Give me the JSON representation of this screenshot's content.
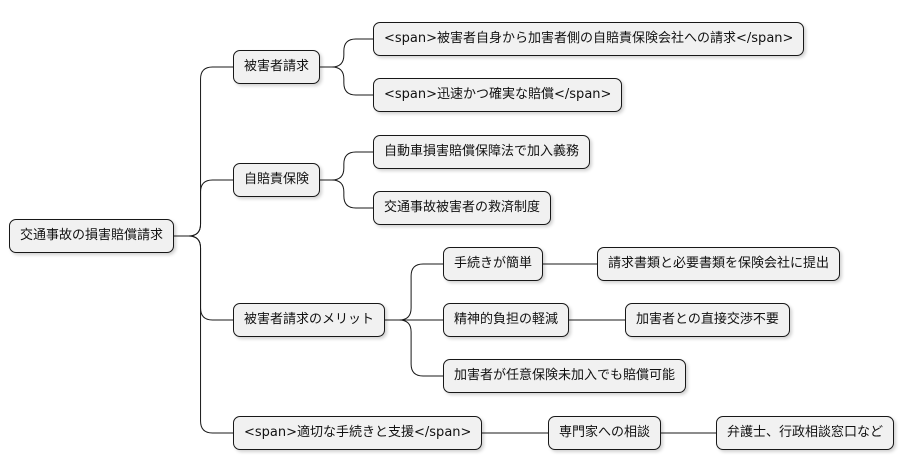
{
  "mindmap": {
    "root": "交通事故の損害賠償請求",
    "nodes": {
      "b1": "被害者請求",
      "b1_1": "<span>被害者自身から加害者側の自賠責保険会社への請求</span>",
      "b1_2": "<span>迅速かつ確実な賠償</span>",
      "b2": "自賠責保険",
      "b2_1": "自動車損害賠償保障法で加入義務",
      "b2_2": "交通事故被害者の救済制度",
      "b3": "被害者請求のメリット",
      "b3_1": "手続きが簡単",
      "b3_1_1": "請求書類と必要書類を保険会社に提出",
      "b3_2": "精神的負担の軽減",
      "b3_2_1": "加害者との直接交渉不要",
      "b3_3": "加害者が任意保険未加入でも賠償可能",
      "b4": "<span>適切な手続きと支援</span>",
      "b4_1": "専門家への相談",
      "b4_1_1": "弁護士、行政相談窓口など"
    }
  }
}
